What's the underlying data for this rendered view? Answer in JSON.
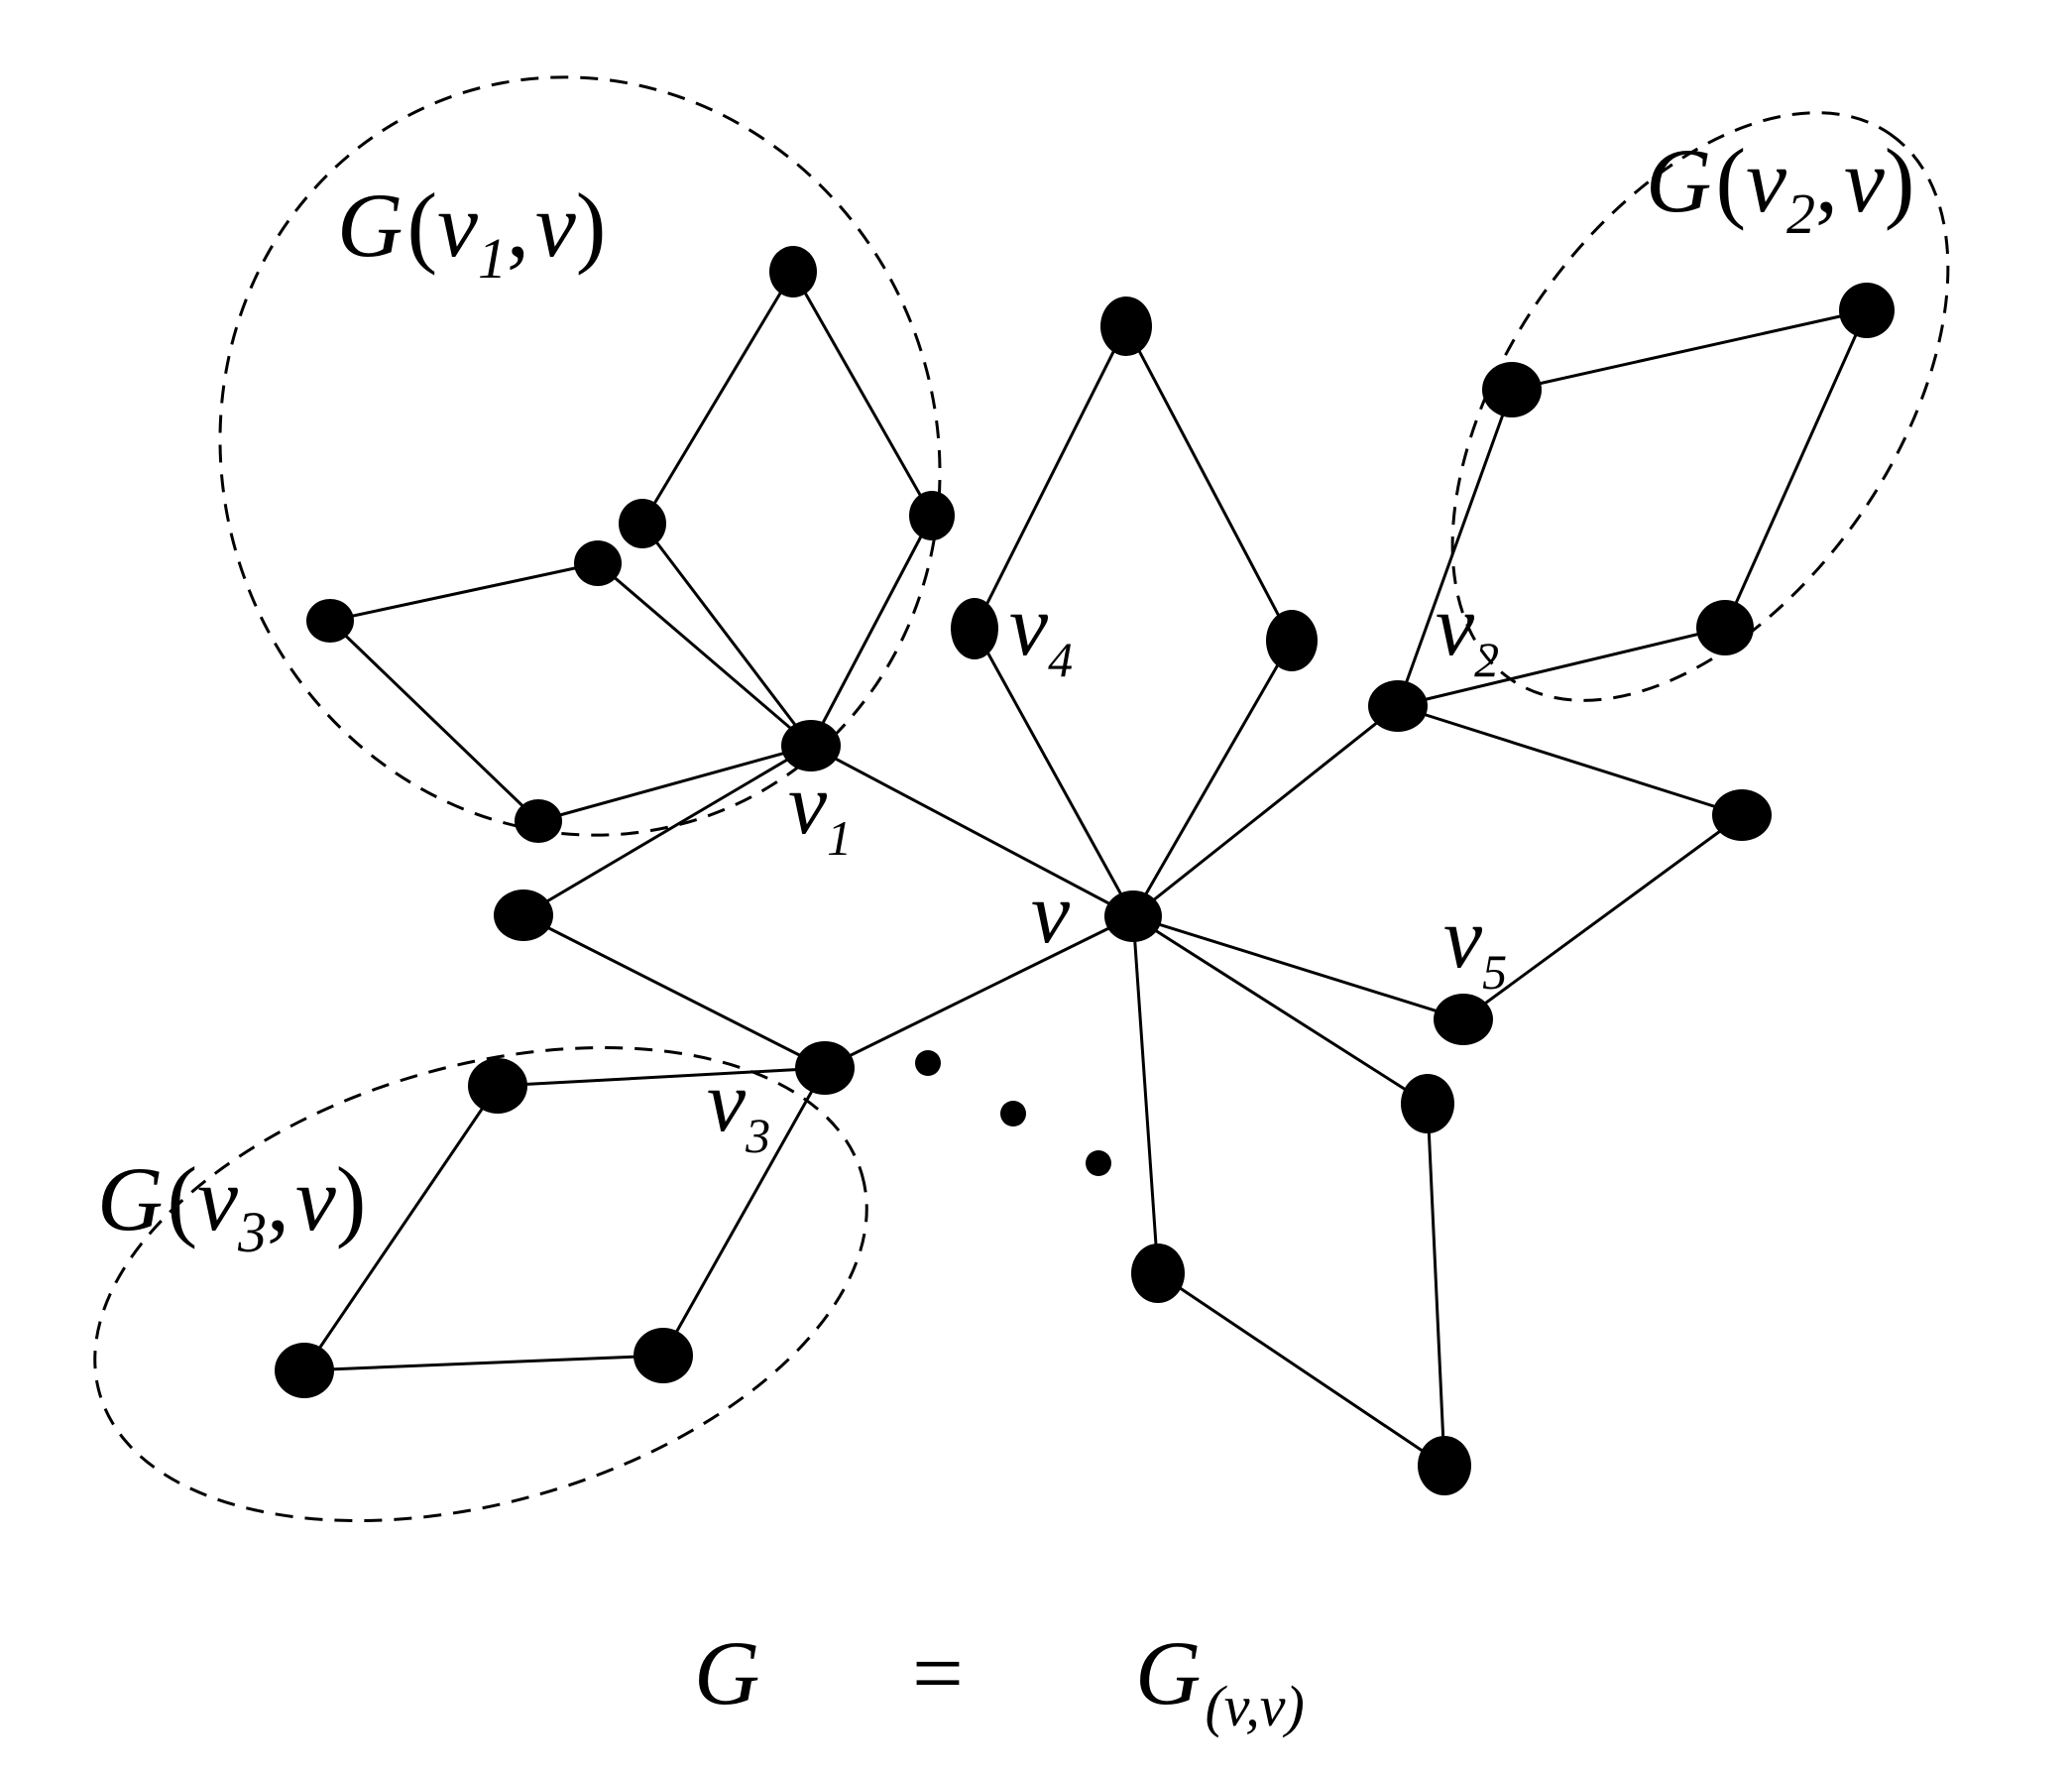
{
  "labels": {
    "region_v1": {
      "G": "G",
      "open": "(",
      "v": "v",
      "sub": "1",
      "comma": ",",
      "v2": "v",
      "close": ")"
    },
    "region_v2": {
      "G": "G",
      "open": "(",
      "v": "v",
      "sub": "2",
      "comma": ",",
      "v2": "v",
      "close": ")"
    },
    "region_v3": {
      "G": "G",
      "open": "(",
      "v": "v",
      "sub": "3",
      "comma": ",",
      "v2": "v",
      "close": ")"
    },
    "vertex_v": "v",
    "vertex_v1": {
      "v": "v",
      "sub": "1"
    },
    "vertex_v2": {
      "v": "v",
      "sub": "2"
    },
    "vertex_v3": {
      "v": "v",
      "sub": "3"
    },
    "vertex_v4": {
      "v": "v",
      "sub": "4"
    },
    "vertex_v5": {
      "v": "v",
      "sub": "5"
    },
    "equation": {
      "lhs": "G",
      "eq": "=",
      "rhs_G": "G",
      "rhs_sub": "(v,v)"
    }
  },
  "colors": {
    "ink": "#000000",
    "background": "#ffffff"
  }
}
